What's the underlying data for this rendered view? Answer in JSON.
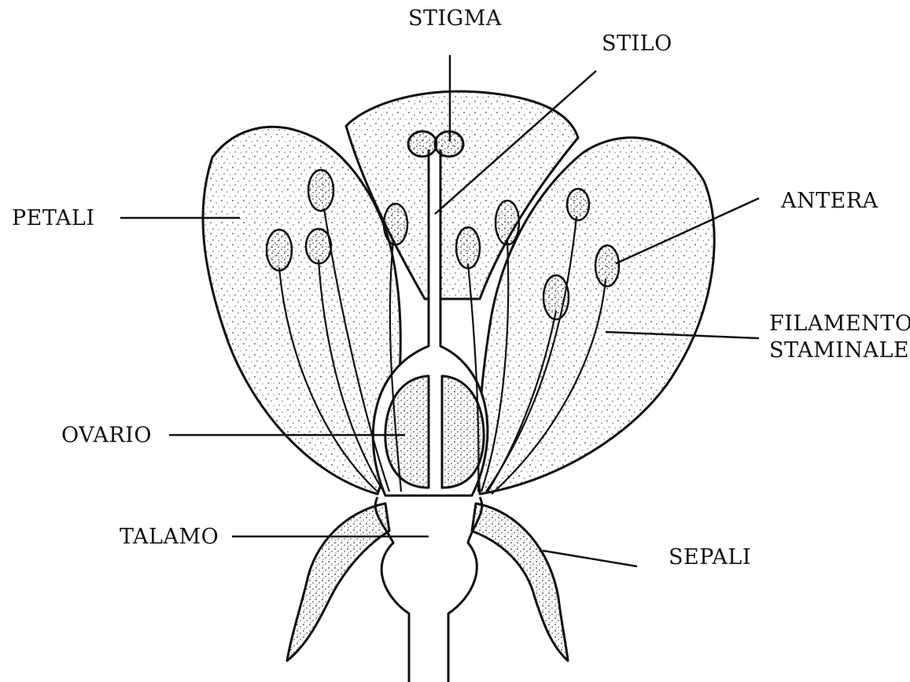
{
  "labels": {
    "stigma": "STIGMA",
    "stilo": "STILO",
    "petali": "PETALI",
    "antera": "ANTERA",
    "filamento_line1": "FILAMENTO",
    "filamento_line2": "STAMINALE",
    "ovario": "OVARIO",
    "talamo": "TALAMO",
    "sepali": "SEPALI"
  }
}
